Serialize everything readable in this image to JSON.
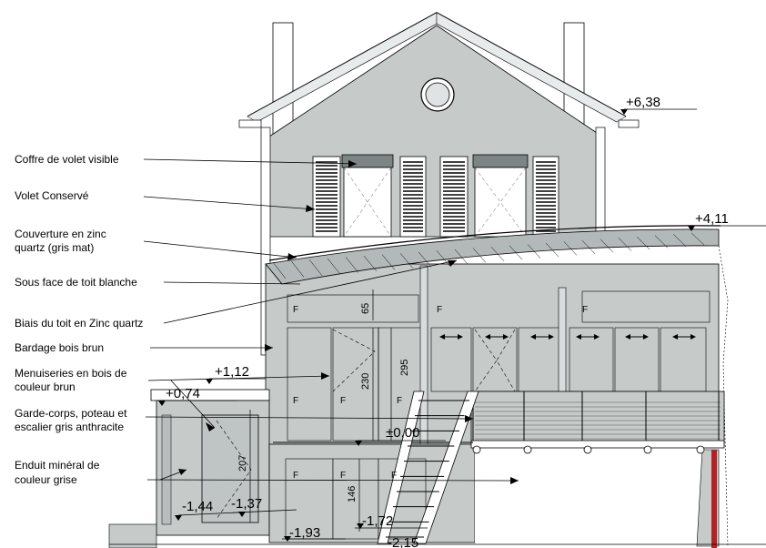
{
  "annotations": {
    "coffre": "Coffre de volet  visible",
    "volet": "Volet Conservé",
    "couverture_1": "Couverture en zinc",
    "couverture_2": "quartz (gris mat)",
    "sous_face": "Sous face de toit blanche",
    "biais": "Biais du toit en Zinc quartz",
    "bardage": "Bardage bois brun",
    "menuiseries_1": "Menuiseries en bois de",
    "menuiseries_2": "couleur brun",
    "garde_1": "Garde-corps, poteau et",
    "garde_2": "escalier gris anthracite",
    "enduit_1": "Enduit minéral  de",
    "enduit_2": "couleur grise"
  },
  "levels": {
    "ridge": "+6,38",
    "roof": "+4,11",
    "terrace": "+1,12",
    "annex": "+0,74",
    "zero": "±0,00",
    "l144": "-1,44",
    "l137": "-1,37",
    "l193": "-1,93",
    "l172": "-1,72",
    "l215": "-2,15"
  },
  "dimensions": {
    "d65": "65",
    "d295": "295",
    "d230": "230",
    "d207": "207",
    "d146": "146"
  },
  "f_mark": "F",
  "colors": {
    "wall": "#c6cbca",
    "wall_dark": "#b3b9b8",
    "line": "#000000",
    "red_post": "#b22222",
    "white": "#ffffff"
  }
}
